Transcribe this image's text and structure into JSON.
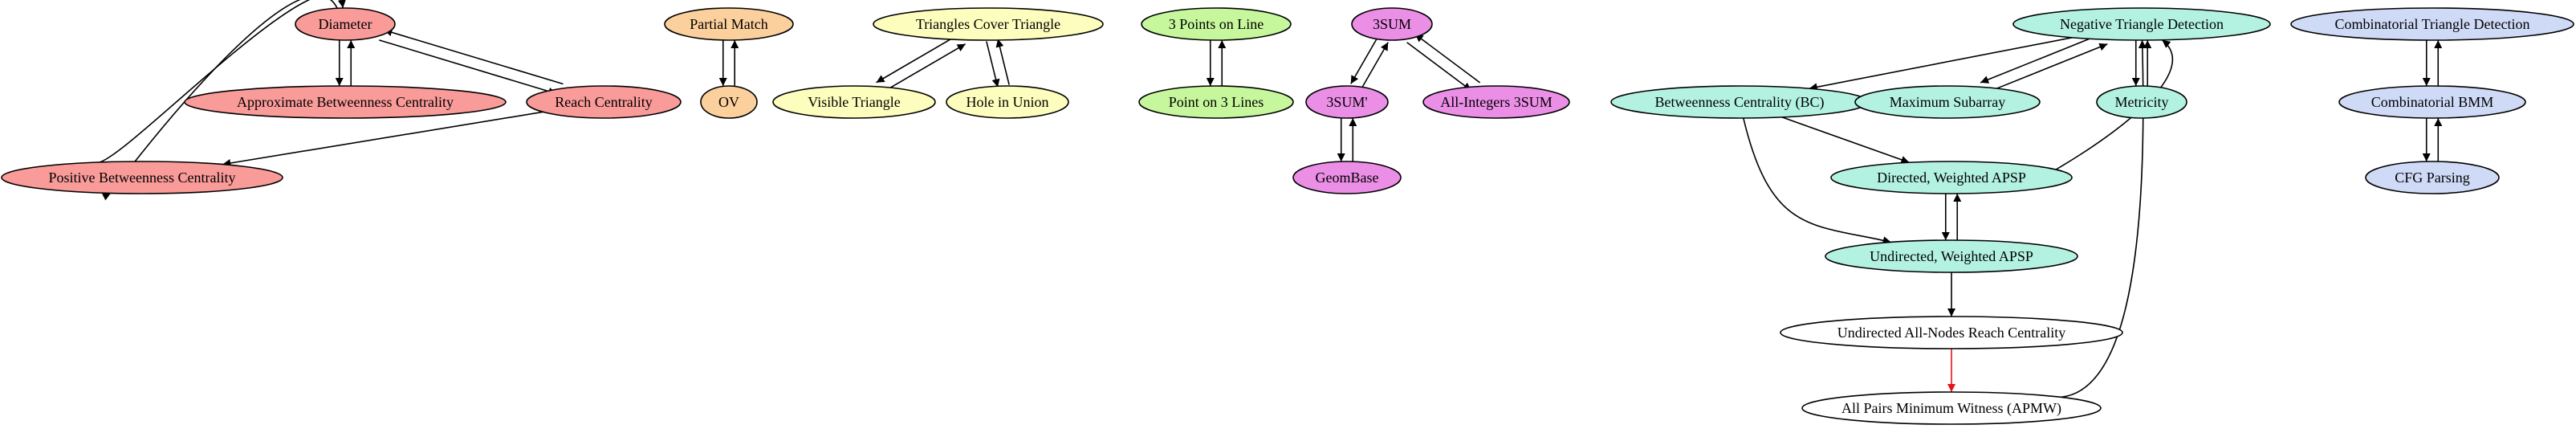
{
  "colors": {
    "red": "#f99b99",
    "orange": "#fbd09d",
    "yellow": "#fdfdbd",
    "green": "#c6f79c",
    "magenta": "#ea8ee6",
    "teal": "#b3f2e0",
    "blue": "#cfdaf7",
    "white": "#ffffff",
    "edge": "#000000",
    "edge_highlight": "#e8141a"
  },
  "nodes": {
    "diameter": {
      "label": "Diameter",
      "color": "red"
    },
    "approx_bc": {
      "label": "Approximate Betweenness Centrality",
      "color": "red"
    },
    "reach_centrality": {
      "label": "Reach Centrality",
      "color": "red"
    },
    "positive_bc": {
      "label": "Positive Betweenness Centrality",
      "color": "red"
    },
    "partial_match": {
      "label": "Partial Match",
      "color": "orange"
    },
    "ov": {
      "label": "OV",
      "color": "orange"
    },
    "triangles_cover": {
      "label": "Triangles Cover Triangle",
      "color": "yellow"
    },
    "visible_triangle": {
      "label": "Visible Triangle",
      "color": "yellow"
    },
    "hole_in_union": {
      "label": "Hole in Union",
      "color": "yellow"
    },
    "three_points": {
      "label": "3 Points on Line",
      "color": "green"
    },
    "point_on_3_lines": {
      "label": "Point on 3 Lines",
      "color": "green"
    },
    "three_sum": {
      "label": "3SUM",
      "color": "magenta"
    },
    "three_sum_prime": {
      "label": "3SUM'",
      "color": "magenta"
    },
    "all_integers_3sum": {
      "label": "All-Integers 3SUM",
      "color": "magenta"
    },
    "geombase": {
      "label": "GeomBase",
      "color": "magenta"
    },
    "neg_triangle": {
      "label": "Negative Triangle Detection",
      "color": "teal"
    },
    "bc": {
      "label": "Betweenness Centrality (BC)",
      "color": "teal"
    },
    "max_subarray": {
      "label": "Maximum Subarray",
      "color": "teal"
    },
    "metricity": {
      "label": "Metricity",
      "color": "teal"
    },
    "directed_apsp": {
      "label": "Directed, Weighted APSP",
      "color": "teal"
    },
    "undirected_apsp": {
      "label": "Undirected, Weighted APSP",
      "color": "teal"
    },
    "reach_all_nodes": {
      "label": "Undirected All-Nodes Reach Centrality",
      "color": "white"
    },
    "apmw": {
      "label": "All Pairs Minimum Witness (APMW)",
      "color": "white"
    },
    "comb_triangle": {
      "label": "Combinatorial Triangle Detection",
      "color": "blue"
    },
    "comb_bmm": {
      "label": "Combinatorial BMM",
      "color": "blue"
    },
    "cfg_parsing": {
      "label": "CFG Parsing",
      "color": "blue"
    }
  },
  "edges": [
    {
      "from": "diameter",
      "to": "approx_bc"
    },
    {
      "from": "approx_bc",
      "to": "diameter"
    },
    {
      "from": "diameter",
      "to": "reach_centrality"
    },
    {
      "from": "reach_centrality",
      "to": "diameter"
    },
    {
      "from": "diameter",
      "to": "positive_bc"
    },
    {
      "from": "positive_bc",
      "to": "diameter"
    },
    {
      "from": "reach_centrality",
      "to": "positive_bc"
    },
    {
      "from": "partial_match",
      "to": "ov"
    },
    {
      "from": "ov",
      "to": "partial_match"
    },
    {
      "from": "triangles_cover",
      "to": "visible_triangle"
    },
    {
      "from": "visible_triangle",
      "to": "triangles_cover"
    },
    {
      "from": "triangles_cover",
      "to": "hole_in_union"
    },
    {
      "from": "hole_in_union",
      "to": "triangles_cover"
    },
    {
      "from": "three_points",
      "to": "point_on_3_lines"
    },
    {
      "from": "point_on_3_lines",
      "to": "three_points"
    },
    {
      "from": "three_sum",
      "to": "three_sum_prime"
    },
    {
      "from": "three_sum_prime",
      "to": "three_sum"
    },
    {
      "from": "three_sum",
      "to": "all_integers_3sum"
    },
    {
      "from": "all_integers_3sum",
      "to": "three_sum"
    },
    {
      "from": "three_sum_prime",
      "to": "geombase"
    },
    {
      "from": "geombase",
      "to": "three_sum_prime"
    },
    {
      "from": "neg_triangle",
      "to": "bc"
    },
    {
      "from": "neg_triangle",
      "to": "max_subarray"
    },
    {
      "from": "max_subarray",
      "to": "neg_triangle"
    },
    {
      "from": "neg_triangle",
      "to": "metricity"
    },
    {
      "from": "metricity",
      "to": "neg_triangle"
    },
    {
      "from": "bc",
      "to": "directed_apsp"
    },
    {
      "from": "bc",
      "to": "undirected_apsp"
    },
    {
      "from": "directed_apsp",
      "to": "neg_triangle"
    },
    {
      "from": "directed_apsp",
      "to": "undirected_apsp"
    },
    {
      "from": "undirected_apsp",
      "to": "directed_apsp"
    },
    {
      "from": "undirected_apsp",
      "to": "reach_all_nodes"
    },
    {
      "from": "reach_all_nodes",
      "to": "apmw",
      "highlight": true
    },
    {
      "from": "apmw",
      "to": "neg_triangle"
    },
    {
      "from": "comb_triangle",
      "to": "comb_bmm"
    },
    {
      "from": "comb_bmm",
      "to": "comb_triangle"
    },
    {
      "from": "comb_bmm",
      "to": "cfg_parsing"
    },
    {
      "from": "cfg_parsing",
      "to": "comb_bmm"
    }
  ]
}
